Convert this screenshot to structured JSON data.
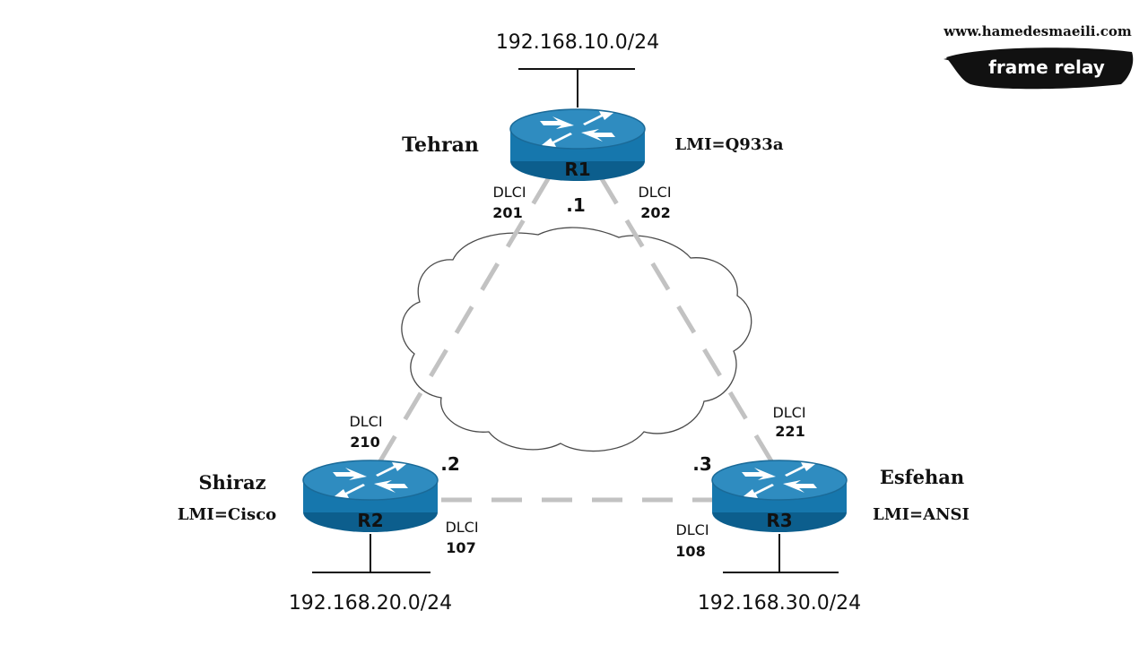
{
  "watermark": {
    "site": "www.hamedesmaeili.com",
    "badge": "frame relay"
  },
  "routers": [
    {
      "id": "R1",
      "label": "R1",
      "site": "Tehran",
      "lmi": "LMI=Q933a",
      "network": "192.168.10.0/24",
      "interface_ip": ".1",
      "dlcis": [
        {
          "label": "DLCI",
          "value": "201"
        },
        {
          "label": "DLCI",
          "value": "202"
        }
      ]
    },
    {
      "id": "R2",
      "label": "R2",
      "site": "Shiraz",
      "lmi": "LMI=Cisco",
      "network": "192.168.20.0/24",
      "interface_ip": ".2",
      "dlcis": [
        {
          "label": "DLCI",
          "value": "210"
        },
        {
          "label": "DLCI",
          "value": "107"
        }
      ]
    },
    {
      "id": "R3",
      "label": "R3",
      "site": "Esfehan",
      "lmi": "LMI=ANSI",
      "network": "192.168.30.0/24",
      "interface_ip": ".3",
      "dlcis": [
        {
          "label": "DLCI",
          "value": "221"
        },
        {
          "label": "DLCI",
          "value": "108"
        }
      ]
    }
  ],
  "colors": {
    "router_top": "#2f8cc0",
    "router_body": "#1677ad",
    "router_dark": "#0c5e8d",
    "link": "#c2c2c2",
    "cloud_stroke": "#4a4a4a",
    "badge_bg": "#111111"
  }
}
